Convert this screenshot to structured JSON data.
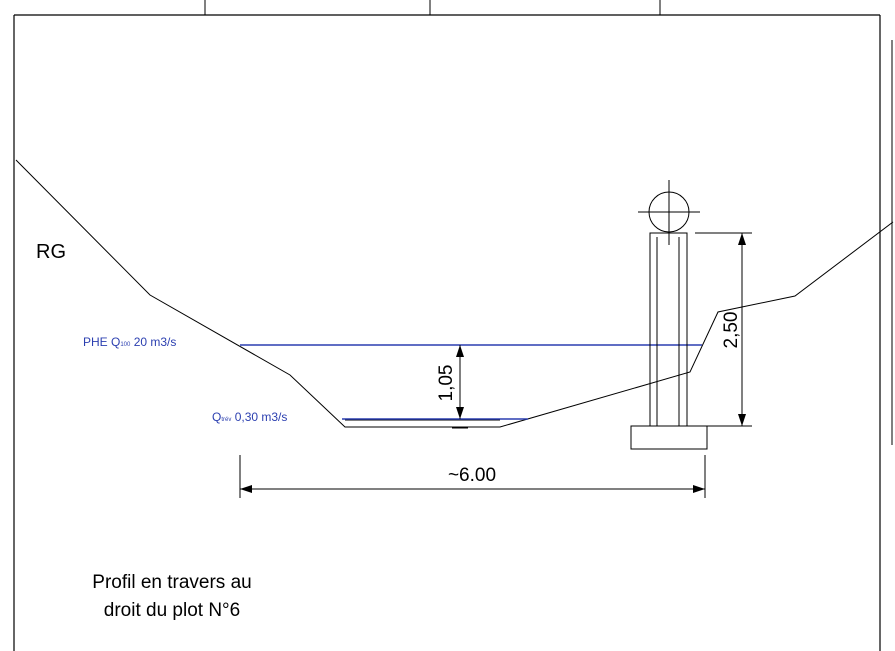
{
  "drawing": {
    "bank_label": "RG",
    "levels": {
      "phe": {
        "prefix": "PHE Q",
        "sub": "100",
        "suffix": " 20 m3/s",
        "color": "#2b3fb0"
      },
      "low": {
        "prefix": "Q",
        "sub": "trév",
        "suffix": " 0,30 m3/s",
        "color": "#2b3fb0"
      }
    },
    "dimensions": {
      "depth": "1,05",
      "pier_height": "2,50",
      "width": "~6.00"
    },
    "caption": {
      "line1": "Profil en travers au",
      "line2": "droit du plot N°6"
    }
  }
}
